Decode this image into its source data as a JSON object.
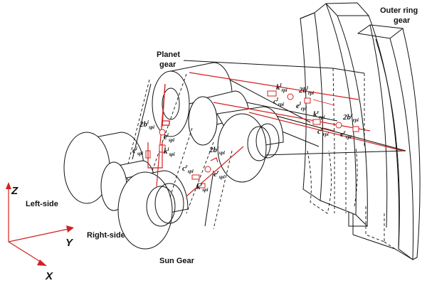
{
  "labels": {
    "outer_ring_gear": [
      "Outer ring",
      "gear"
    ],
    "planet_gear": [
      "Planet",
      "gear"
    ],
    "left_side": "Left-side",
    "right_side": "Right-side",
    "sun_gear": "Sun Gear"
  },
  "axes": {
    "z": "Z",
    "y": "Y",
    "x": "X"
  },
  "symbols": {
    "b_spi": {
      "base": "2b",
      "sup": "i",
      "sub": "spi"
    },
    "e_spi_left": {
      "base": "e",
      "sup": "i",
      "sub": "spi"
    },
    "c_spi_left": {
      "base": "c",
      "sup": "i",
      "sub": "spi"
    },
    "k_spi_left": {
      "base": "k",
      "sup": "i",
      "sub": "spi"
    },
    "b_spi_right": {
      "base": "2b",
      "sup": "r",
      "sub": "spi"
    },
    "c_spi_right": {
      "base": "c",
      "sup": "r",
      "sub": "spi"
    },
    "e_spi_right": {
      "base": "e",
      "sup": "r",
      "sub": "spi"
    },
    "k_spi_right": {
      "base": "k",
      "sup": "r",
      "sub": "spi"
    },
    "k_rpi_top": {
      "base": "k",
      "sup": "l",
      "sub": "rpi"
    },
    "b_rpi_top": {
      "base": "2b",
      "sup": "l",
      "sub": "rpi"
    },
    "c_rpi_top": {
      "base": "c",
      "sup": "l",
      "sub": "rpi"
    },
    "e_rpi_top": {
      "base": "e",
      "sup": "l",
      "sub": "rpi"
    },
    "k_rpi_bot": {
      "base": "k",
      "sup": "r",
      "sub": "rpi"
    },
    "b_rpi_bot": {
      "base": "2b",
      "sup": "r",
      "sub": "rpi"
    },
    "c_rpi_bot": {
      "base": "c",
      "sup": "r",
      "sub": "rpi"
    },
    "e_rpi_bot": {
      "base": "e",
      "sup": "r",
      "sub": "rpi"
    }
  },
  "colors": {
    "line": "#111111",
    "spring": "#d42020",
    "axis": "#d42020"
  }
}
